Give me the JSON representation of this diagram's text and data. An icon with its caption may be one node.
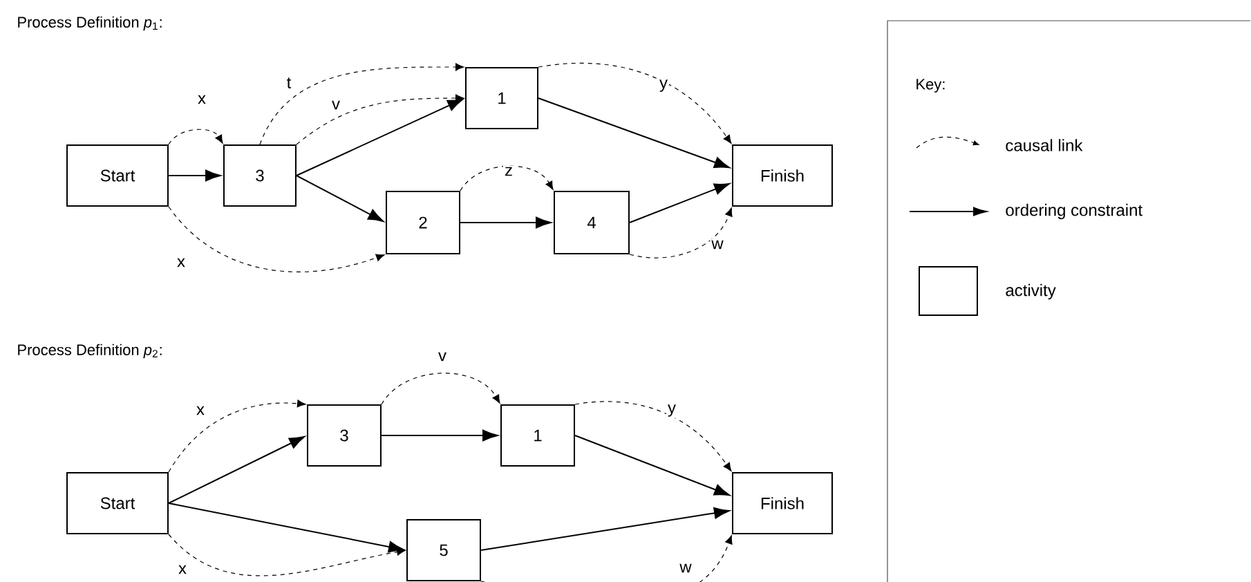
{
  "diagram": {
    "nodes": [
      {
        "text": [
          "Start"
        ]
      },
      {
        "text": [
          "3"
        ]
      },
      {
        "text": [
          "1"
        ]
      },
      {
        "text": [
          "2"
        ]
      },
      {
        "text": [
          "4"
        ]
      },
      {
        "text": [
          "Finish"
        ]
      },
      {
        "text": [
          "Start"
        ]
      },
      {
        "text": [
          "3"
        ]
      },
      {
        "text": [
          "1"
        ]
      },
      {
        "text": [
          "5"
        ]
      },
      {
        "text": [
          "Finish"
        ]
      }
    ],
    "edges": [
      {
        "from": 0,
        "to": 1,
        "arrow": "to"
      },
      {
        "from": 1,
        "to": 2,
        "arrow": "to"
      },
      {
        "from": 1,
        "to": 3,
        "arrow": "to"
      },
      {
        "from": 3,
        "to": 4,
        "arrow": "to"
      },
      {
        "from": 2,
        "to": 5,
        "arrow": "to"
      },
      {
        "from": 4,
        "to": 5,
        "arrow": "to"
      },
      {
        "from": 0,
        "to": 1,
        "arrow": "to",
        "style": "dashed",
        "label": "x"
      },
      {
        "from": 1,
        "to": 2,
        "arrow": "to",
        "style": "dashed",
        "label": "t"
      },
      {
        "from": 1,
        "to": 2,
        "arrow": "to",
        "style": "dashed",
        "label": "v"
      },
      {
        "from": 0,
        "to": 3,
        "arrow": "to",
        "style": "dashed",
        "label": "x"
      },
      {
        "from": 3,
        "to": 4,
        "arrow": "to",
        "style": "dashed",
        "label": "z"
      },
      {
        "from": 2,
        "to": 5,
        "arrow": "to",
        "style": "dashed",
        "label": "y"
      },
      {
        "from": 4,
        "to": 5,
        "arrow": "to",
        "style": "dashed",
        "label": "w"
      },
      {
        "from": 6,
        "to": 7,
        "arrow": "to"
      },
      {
        "from": 6,
        "to": 9,
        "arrow": "to"
      },
      {
        "from": 7,
        "to": 8,
        "arrow": "to"
      },
      {
        "from": 8,
        "to": 10,
        "arrow": "to"
      },
      {
        "from": 9,
        "to": 10,
        "arrow": "to"
      },
      {
        "from": 6,
        "to": 7,
        "arrow": "to",
        "style": "dashed",
        "label": "x"
      },
      {
        "from": 7,
        "to": 8,
        "arrow": "to",
        "style": "dashed",
        "label": "v"
      },
      {
        "from": 8,
        "to": 10,
        "arrow": "to",
        "style": "dashed",
        "label": "y"
      },
      {
        "from": 6,
        "to": 9,
        "arrow": "to",
        "style": "dashed",
        "label": "x"
      },
      {
        "from": 9,
        "to": 10,
        "arrow": "to",
        "style": "dashed",
        "label": "w"
      }
    ],
    "labels": [
      "Process Definition *p*$_{1}$:",
      "Process Definition *p*$_{2}$:",
      "Key:"
    ],
    "legend": [
      {
        "text": "causal link"
      },
      {
        "text": "ordering constraint"
      },
      {
        "text": "activity"
      }
    ]
  }
}
